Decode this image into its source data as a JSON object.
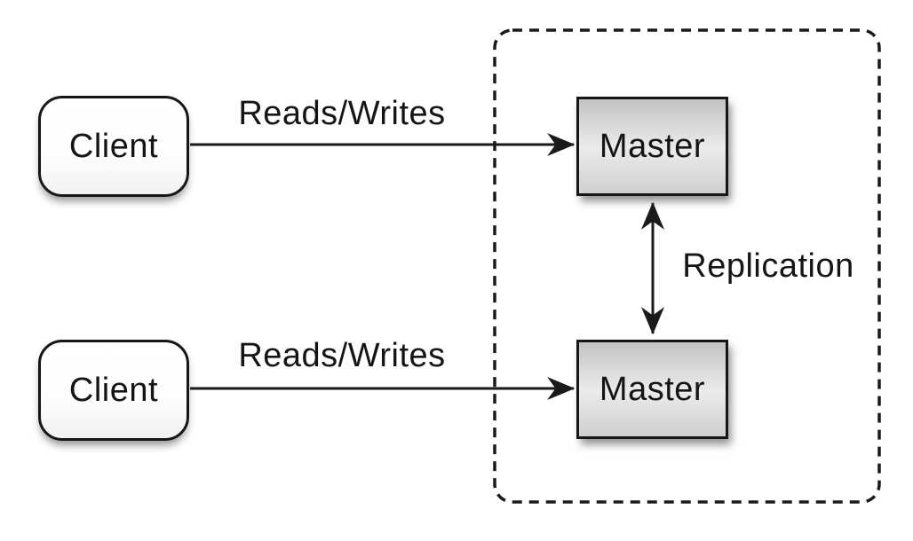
{
  "diagram": {
    "clients": [
      {
        "label": "Client"
      },
      {
        "label": "Client"
      }
    ],
    "masters": [
      {
        "label": "Master"
      },
      {
        "label": "Master"
      }
    ],
    "edges": [
      {
        "label": "Reads/Writes",
        "from": "client-1",
        "to": "master-1",
        "type": "arrow"
      },
      {
        "label": "Reads/Writes",
        "from": "client-2",
        "to": "master-2",
        "type": "arrow"
      },
      {
        "label": "Replication",
        "from": "master-1",
        "to": "master-2",
        "type": "double-arrow"
      }
    ],
    "colors": {
      "line": "#1a1a1a",
      "node_border": "#161616",
      "master_gradient_top": "#c3c3c3",
      "master_gradient_mid": "#ebebeb",
      "master_gradient_bottom": "#cfcfcf",
      "client_fill": "#ffffff",
      "background": "#ffffff"
    }
  }
}
